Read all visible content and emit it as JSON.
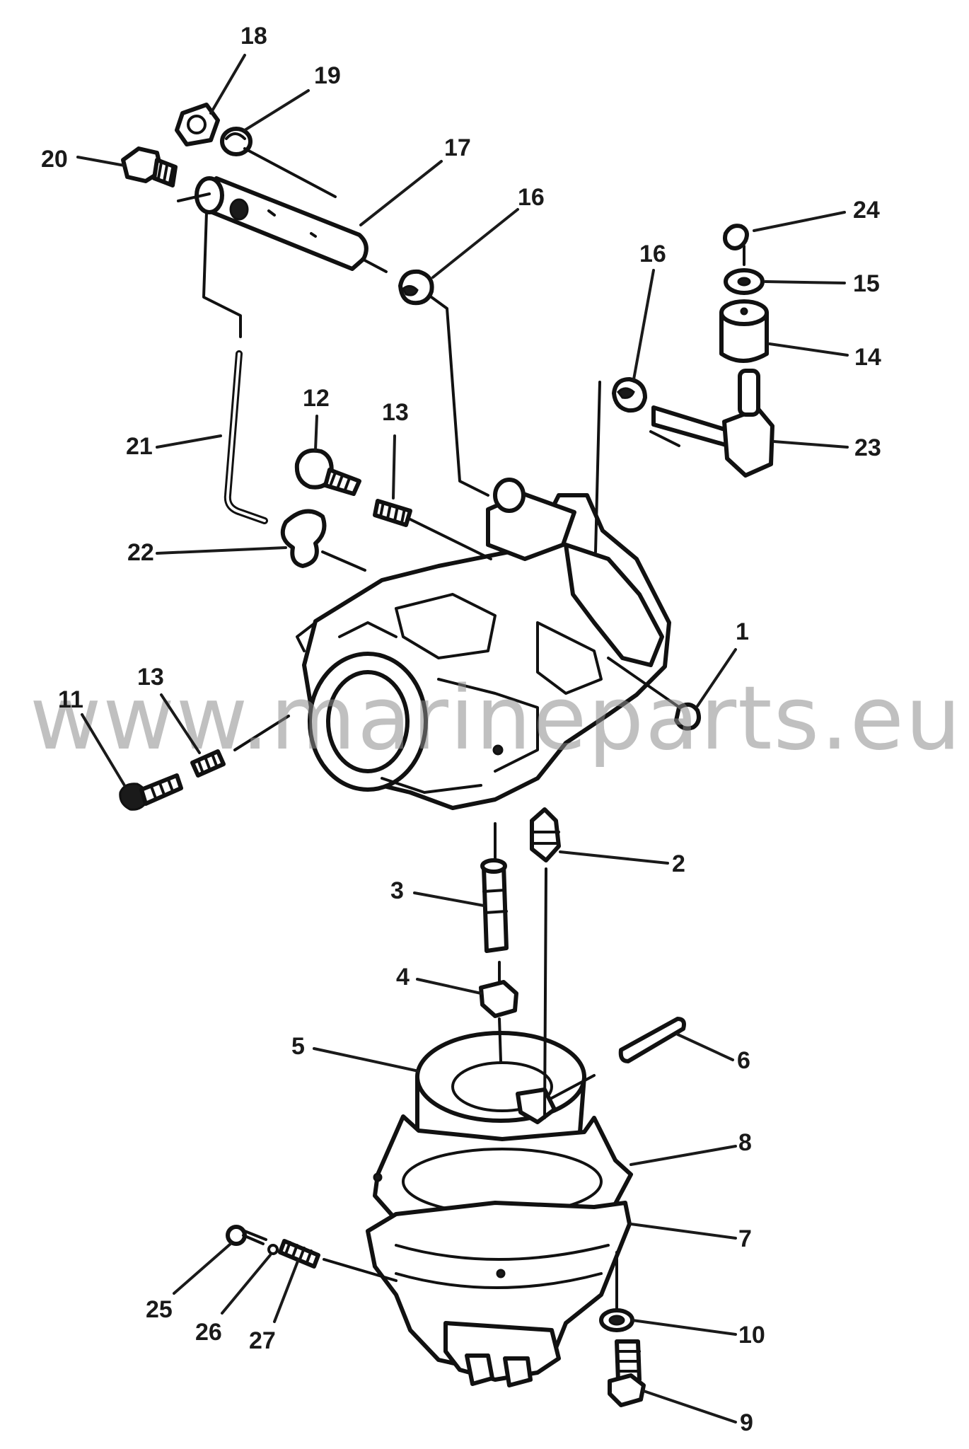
{
  "diagram": {
    "watermark": "www.marineparts.eu",
    "callouts": [
      {
        "id": "c1",
        "text": "1"
      },
      {
        "id": "c2",
        "text": "2"
      },
      {
        "id": "c3",
        "text": "3"
      },
      {
        "id": "c4",
        "text": "4"
      },
      {
        "id": "c5",
        "text": "5"
      },
      {
        "id": "c6",
        "text": "6"
      },
      {
        "id": "c7",
        "text": "7"
      },
      {
        "id": "c8",
        "text": "8"
      },
      {
        "id": "c9",
        "text": "9"
      },
      {
        "id": "c10",
        "text": "10"
      },
      {
        "id": "c11",
        "text": "11"
      },
      {
        "id": "c12",
        "text": "12"
      },
      {
        "id": "c13a",
        "text": "13"
      },
      {
        "id": "c13b",
        "text": "13"
      },
      {
        "id": "c14",
        "text": "14"
      },
      {
        "id": "c15",
        "text": "15"
      },
      {
        "id": "c16a",
        "text": "16"
      },
      {
        "id": "c16b",
        "text": "16"
      },
      {
        "id": "c17",
        "text": "17"
      },
      {
        "id": "c18",
        "text": "18"
      },
      {
        "id": "c19",
        "text": "19"
      },
      {
        "id": "c20",
        "text": "20"
      },
      {
        "id": "c21",
        "text": "21"
      },
      {
        "id": "c22",
        "text": "22"
      },
      {
        "id": "c23",
        "text": "23"
      },
      {
        "id": "c24",
        "text": "24"
      },
      {
        "id": "c25",
        "text": "25"
      },
      {
        "id": "c26",
        "text": "26"
      },
      {
        "id": "c27",
        "text": "27"
      }
    ]
  }
}
